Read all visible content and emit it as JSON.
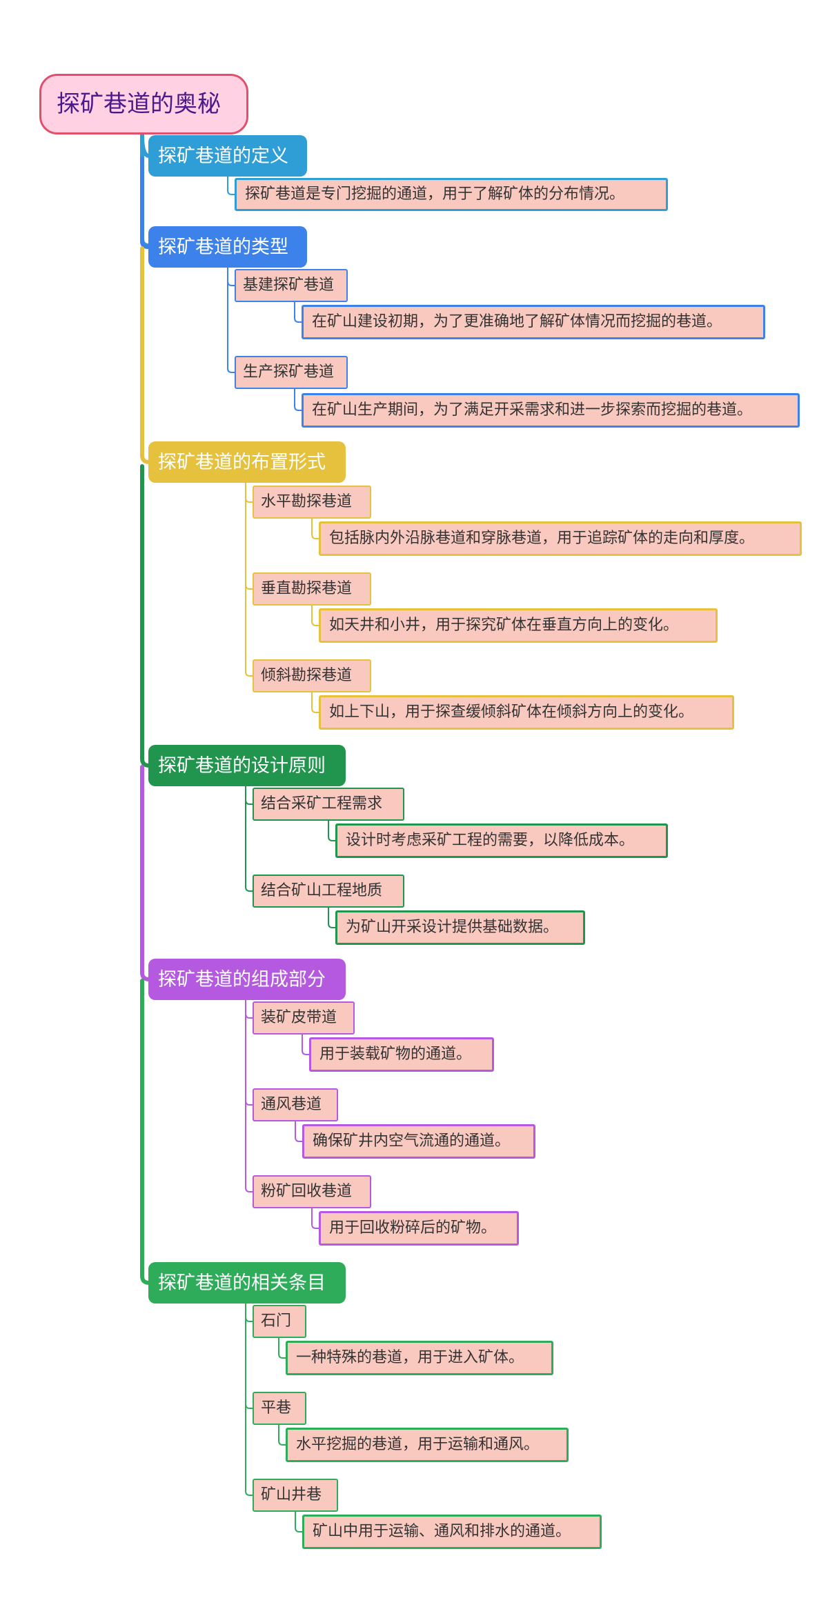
{
  "root": {
    "label": "探矿巷道的奥秘"
  },
  "colors": {
    "definition": "#2f9ed6",
    "types": "#3d82ea",
    "layout": "#e6c13e",
    "design": "#21944e",
    "components": "#b559e0",
    "related": "#2fac5a"
  },
  "branches": [
    {
      "label": "探矿巷道的定义",
      "leaf": "探矿巷道是专门挖掘的通道，用于了解矿体的分布情况。"
    },
    {
      "label": "探矿巷道的类型",
      "children": [
        {
          "label": "基建探矿巷道",
          "leaf": "在矿山建设初期，为了更准确地了解矿体情况而挖掘的巷道。"
        },
        {
          "label": "生产探矿巷道",
          "leaf": "在矿山生产期间，为了满足开采需求和进一步探索而挖掘的巷道。"
        }
      ]
    },
    {
      "label": "探矿巷道的布置形式",
      "children": [
        {
          "label": "水平勘探巷道",
          "leaf": "包括脉内外沿脉巷道和穿脉巷道，用于追踪矿体的走向和厚度。"
        },
        {
          "label": "垂直勘探巷道",
          "leaf": "如天井和小井，用于探究矿体在垂直方向上的变化。"
        },
        {
          "label": "倾斜勘探巷道",
          "leaf": "如上下山，用于探查缓倾斜矿体在倾斜方向上的变化。"
        }
      ]
    },
    {
      "label": "探矿巷道的设计原则",
      "children": [
        {
          "label": "结合采矿工程需求",
          "leaf": "设计时考虑采矿工程的需要，以降低成本。"
        },
        {
          "label": "结合矿山工程地质",
          "leaf": "为矿山开采设计提供基础数据。"
        }
      ]
    },
    {
      "label": "探矿巷道的组成部分",
      "children": [
        {
          "label": "装矿皮带道",
          "leaf": "用于装载矿物的通道。"
        },
        {
          "label": "通风巷道",
          "leaf": "确保矿井内空气流通的通道。"
        },
        {
          "label": "粉矿回收巷道",
          "leaf": "用于回收粉碎后的矿物。"
        }
      ]
    },
    {
      "label": "探矿巷道的相关条目",
      "children": [
        {
          "label": "石门",
          "leaf": "一种特殊的巷道，用于进入矿体。"
        },
        {
          "label": "平巷",
          "leaf": "水平挖掘的巷道，用于运输和通风。"
        },
        {
          "label": "矿山井巷",
          "leaf": "矿山中用于运输、通风和排水的通道。"
        }
      ]
    }
  ]
}
